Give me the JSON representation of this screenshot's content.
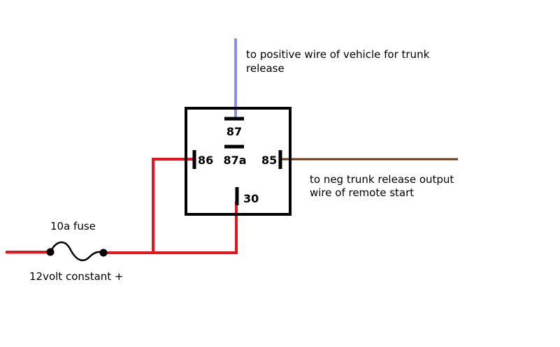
{
  "colors": {
    "power": "#e8141c",
    "trunk_positive": "#8a8fe8",
    "remote_start": "#6b3a12",
    "relay": "#000000"
  },
  "relay": {
    "pins": {
      "p87": "87",
      "p87a": "87a",
      "p86": "86",
      "p85": "85",
      "p30": "30"
    }
  },
  "labels": {
    "trunk_positive_line1": "to positive wire of vehicle for trunk",
    "trunk_positive_line2": "release",
    "remote_start_line1": "to neg trunk release output",
    "remote_start_line2": "wire of remote start",
    "fuse": "10a fuse",
    "power": "12volt constant +"
  }
}
